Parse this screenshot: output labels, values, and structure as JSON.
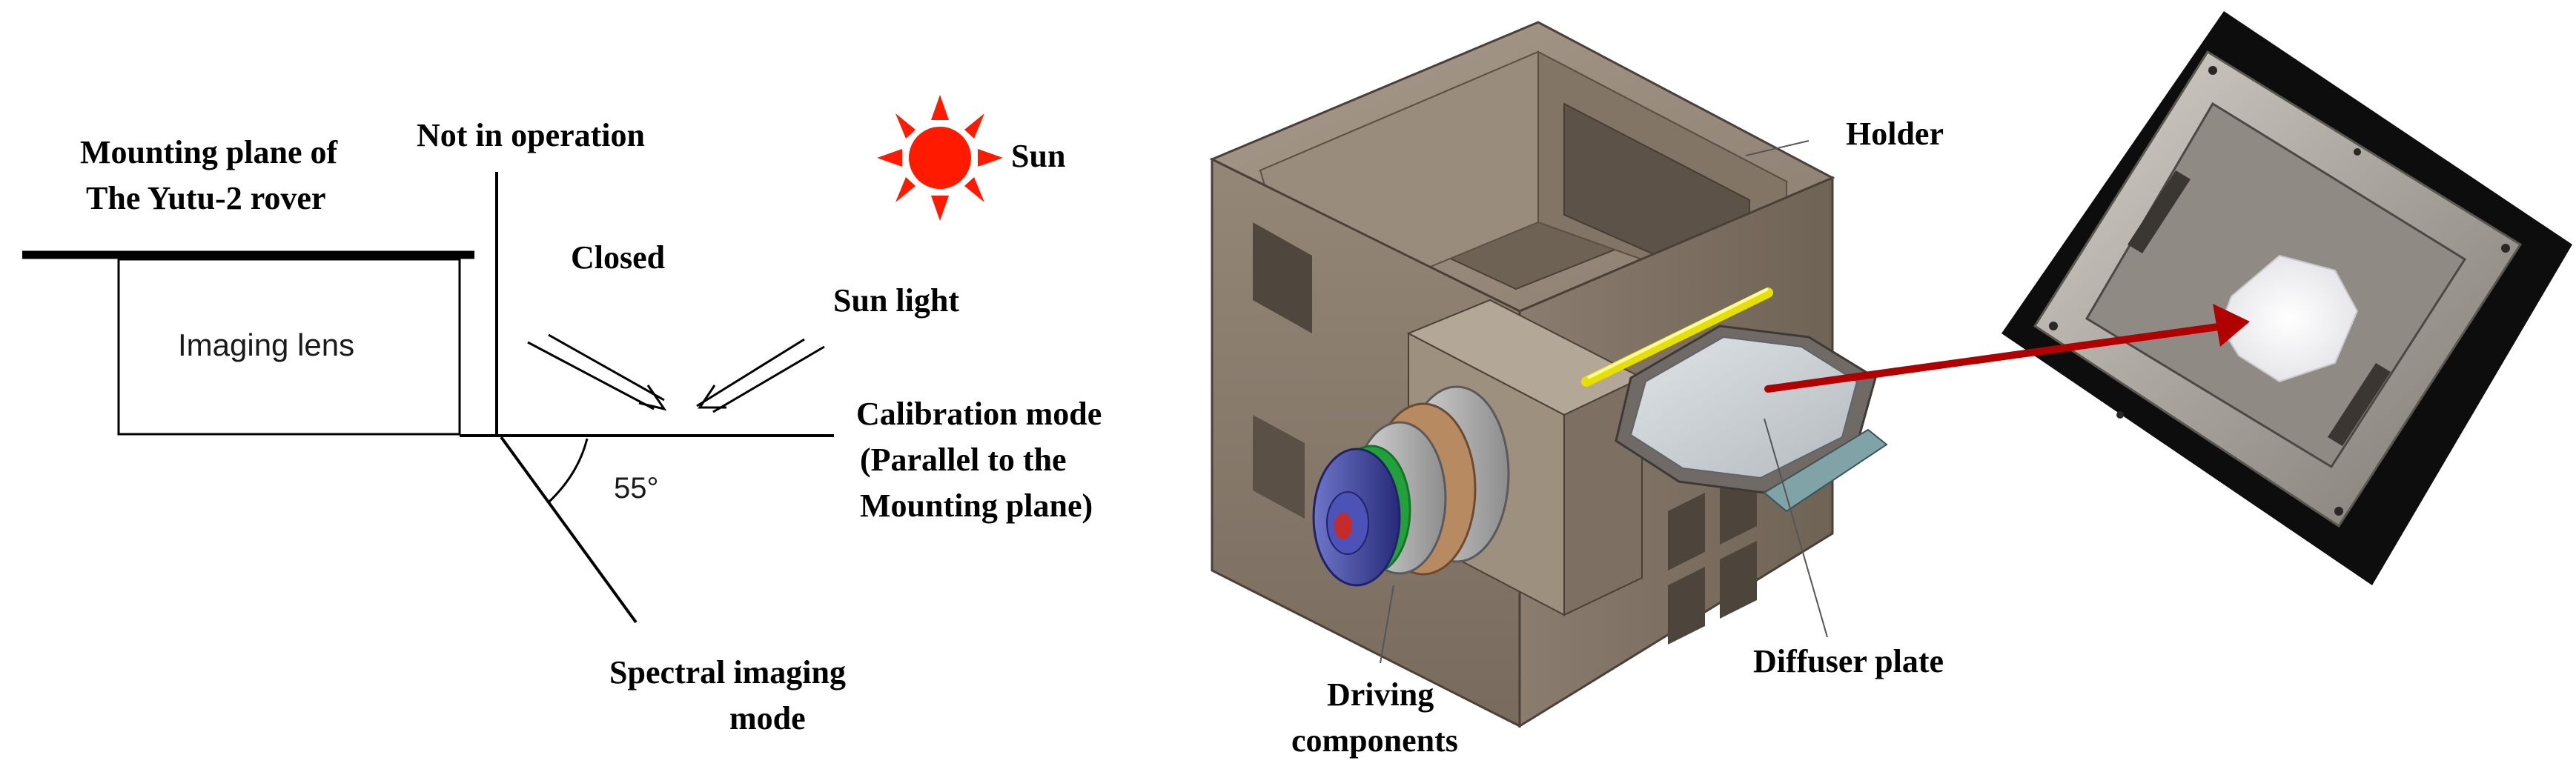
{
  "schematic": {
    "mounting_plane_line1": "Mounting plane of",
    "mounting_plane_line2": "The Yutu-2 rover",
    "not_in_operation": "Not in operation",
    "closed": "Closed",
    "sun": "Sun",
    "sun_light": "Sun light",
    "imaging_lens": "Imaging lens",
    "calibration_line1": "Calibration mode",
    "calibration_line2": "(Parallel to the",
    "calibration_line3": "Mounting plane)",
    "angle": "55°",
    "spectral_line1": "Spectral imaging",
    "spectral_line2": "mode"
  },
  "cad": {
    "holder": "Holder",
    "diffuser_plate": "Diffuser plate",
    "driving_line1": "Driving",
    "driving_line2": "components"
  },
  "colors": {
    "sun": "#ff1a00",
    "arrow": "#b00000",
    "housing": "#8c7e70",
    "diffuser": "#c8cdd2",
    "motor": "#3b3f9e"
  }
}
